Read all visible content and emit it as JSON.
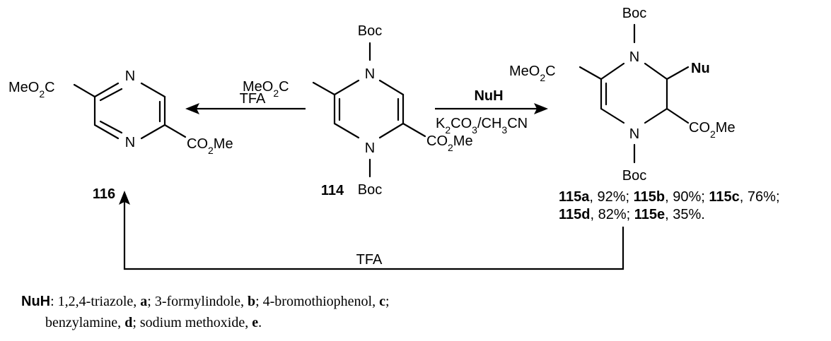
{
  "compounds": {
    "c116": {
      "label": "116",
      "N_top": "N",
      "N_bottom": "N",
      "subst_left": "MeO2C",
      "subst_right": "CO2Me"
    },
    "c114": {
      "label": "114",
      "N_top": "N",
      "N_bottom": "N",
      "boc_top": "Boc",
      "boc_bottom": "Boc",
      "subst_left": "MeO2C",
      "subst_right": "CO2Me"
    },
    "c115": {
      "N_top": "N",
      "N_bottom": "N",
      "boc_top": "Boc",
      "boc_bottom": "Boc",
      "subst_left": "MeO2C",
      "subst_right": "CO2Me",
      "subst_nu": "Nu",
      "yields_line1": [
        {
          "id": "115a",
          "yield": "92%"
        },
        {
          "id": "115b",
          "yield": "90%"
        },
        {
          "id": "115c",
          "yield": "76%"
        }
      ],
      "yields_line2": [
        {
          "id": "115d",
          "yield": "82%"
        },
        {
          "id": "115e",
          "yield": "35%"
        }
      ]
    }
  },
  "arrows": {
    "to_116": {
      "reagent": "TFA"
    },
    "to_115": {
      "reagent": "NuH",
      "conditions": "K2CO3/CH3CN"
    },
    "return_116": {
      "reagent": "TFA"
    }
  },
  "footnote": {
    "lead": "NuH",
    "items": [
      {
        "name": "1,2,4-triazole",
        "code": "a"
      },
      {
        "name": "3-formylindole",
        "code": "b"
      },
      {
        "name": "4-bromothiophenol",
        "code": "c"
      },
      {
        "name": "benzylamine",
        "code": "d"
      },
      {
        "name": "sodium methoxide",
        "code": "e"
      }
    ]
  }
}
